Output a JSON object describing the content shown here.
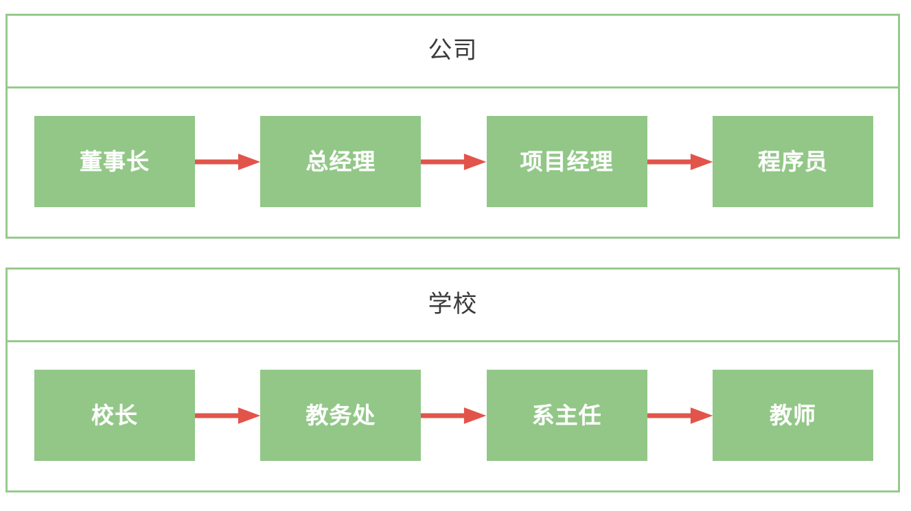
{
  "page": {
    "background": "#ffffff",
    "accent_green": "#92c787",
    "border_green": "#97c98c",
    "arrow_red": "#e2544a",
    "node_text_color": "#ffffff",
    "title_text_color": "#3b3b3b"
  },
  "panels": [
    {
      "title": "公司",
      "nodes": [
        {
          "label": "董事长"
        },
        {
          "label": "总经理"
        },
        {
          "label": "项目经理"
        },
        {
          "label": "程序员"
        }
      ],
      "arrows": [
        {
          "name": "arrow-right-icon"
        },
        {
          "name": "arrow-right-icon"
        },
        {
          "name": "arrow-right-icon"
        }
      ]
    },
    {
      "title": "学校",
      "nodes": [
        {
          "label": "校长"
        },
        {
          "label": "教务处"
        },
        {
          "label": "系主任"
        },
        {
          "label": "教师"
        }
      ],
      "arrows": [
        {
          "name": "arrow-right-icon"
        },
        {
          "name": "arrow-right-icon"
        },
        {
          "name": "arrow-right-icon"
        }
      ]
    }
  ]
}
